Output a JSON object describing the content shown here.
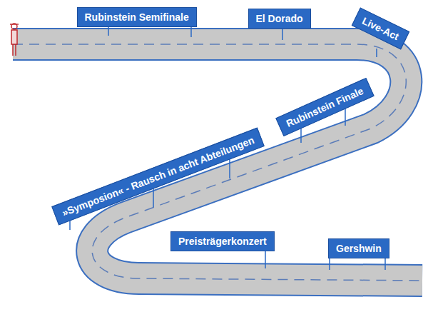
{
  "diagram": {
    "nodes": [
      {
        "text": [
          "Rubinstein Semifinale"
        ]
      },
      {
        "text": [
          "El Dorado"
        ]
      },
      {
        "text": [
          "Live-Act"
        ]
      },
      {
        "text": [
          "Rubinstein Finale"
        ]
      },
      {
        "text": [
          "»Symposion« - Rausch in acht Abteilungen"
        ]
      },
      {
        "text": [
          "Preisträgerkonzert"
        ]
      },
      {
        "text": [
          "Gershwin"
        ]
      }
    ]
  }
}
